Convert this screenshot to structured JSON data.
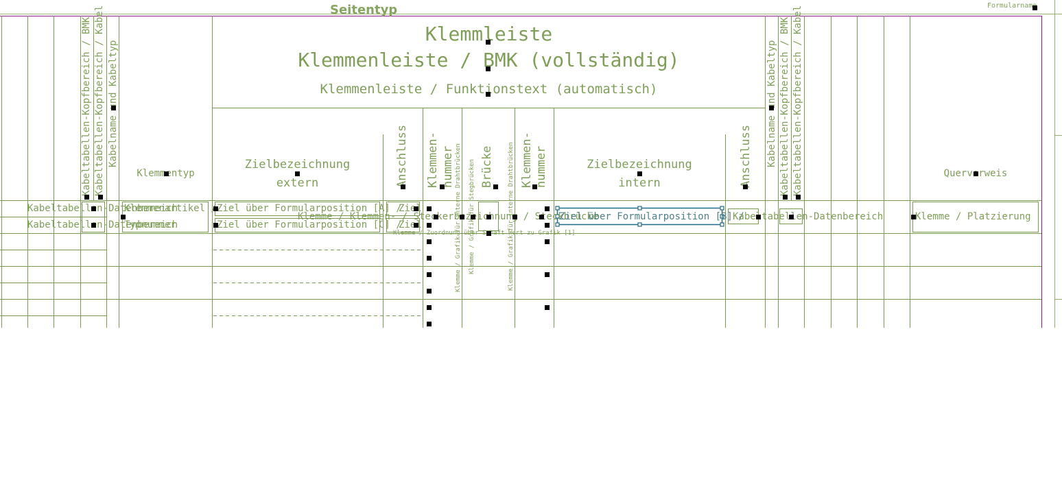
{
  "colors": {
    "frame": "#7a9a52",
    "text": "#7f9f58",
    "border_accent": "#8b1a8b",
    "handle": "#000000",
    "selection": "#1e6b8a"
  },
  "page": {
    "page_type_label": "Seitentyp",
    "form_name_label": "Formularname"
  },
  "header": {
    "title": "Klemmleiste",
    "subtitle": "Klemmenleiste / BMK (vollständig)",
    "function_text": "Klemmenleiste / Funktionstext (automatisch)"
  },
  "columns": {
    "left_vertical": [
      "Kabeltabellen-Kopfbereich / BMK",
      "Kabeltabellen-Kopfbereich / Kabel /",
      "Kabelname und Kabeltyp"
    ],
    "klemmentyp": "Klemmentyp",
    "ziel_extern": [
      "Zielbezeichnung",
      "extern"
    ],
    "anschluss_left": "Anschluss",
    "klemmennummer_left": [
      "Klemmen-",
      "nummer"
    ],
    "bruecke": "Brücke",
    "klemmennummer_right": [
      "Klemmen-",
      "nummer"
    ],
    "ziel_intern": [
      "Zielbezeichnung",
      "intern"
    ],
    "anschluss_right": "Anschluss",
    "right_vertical": [
      "Kabelname und Kabeltyp",
      "Kabeltabellen-Kopfbereich / BMK",
      "Kabeltabellen-Kopfbereich / Kabel /"
    ],
    "querverweis": "Querverweis"
  },
  "rows": {
    "kabel_daten_1": "Kabeltabellen-Datenbereich",
    "kabel_daten_2": "Kabeltabellen-Datenbereich",
    "klemmenartikel": "Klemmenartikel /",
    "typnummer": "Typnummer",
    "ziel_a": "Ziel über Formularposition [A] /",
    "ziel_c": "Ziel über Formularposition [C] /",
    "ziel_short_1": "Ziel",
    "ziel_short_2": "Ziel",
    "klemme_overlap": "Klemme / Klemmen- / Steckerbezeichnung / Steckbrücke",
    "zuordnung": "Klemme / Zuordnung über Schaft Wert zu Grafik [1]",
    "ziel_b": "Ziel über Formularposition [B] /",
    "kabel_daten_right": "Kabeltabellen-Datenbereich",
    "platzierung": "Klemme / Platzierung"
  },
  "small_vertical": {
    "grafik_draht_1": "Klemme / Grafik für interne Drahtbrücken",
    "grafik_steg": "Klemme / Grafik für Stegbrücken",
    "grafik_draht_2": "Klemme / Grafik für interne Drahtbrücken"
  }
}
